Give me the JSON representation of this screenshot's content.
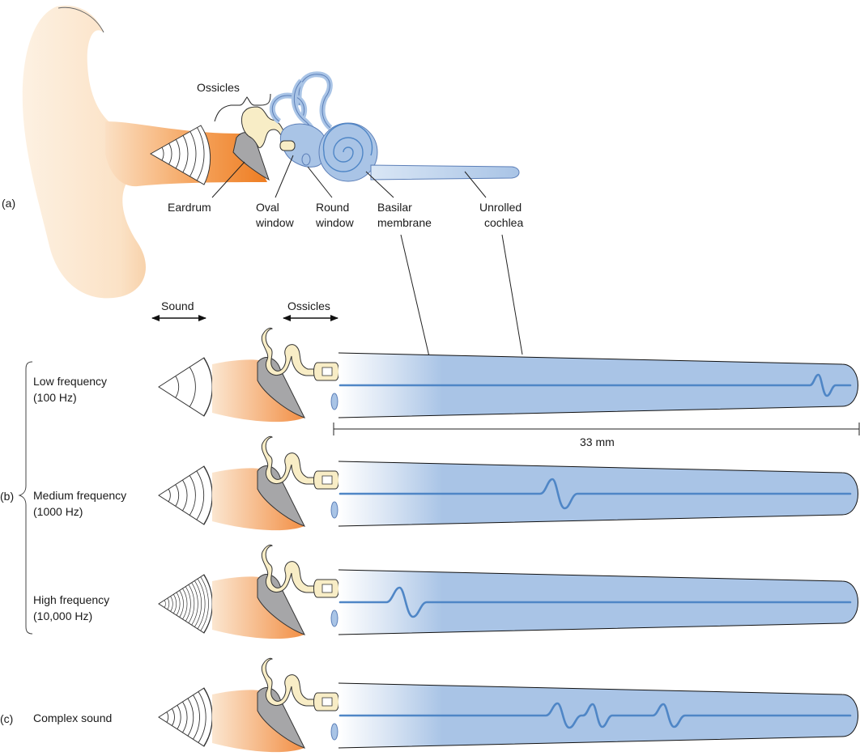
{
  "panels": {
    "a": "(a)",
    "b": "(b)",
    "c": "(c)"
  },
  "labels": {
    "ossicles_top": "Ossicles",
    "eardrum": "Eardrum",
    "oval_window": [
      "Oval",
      "window"
    ],
    "round_window": [
      "Round",
      "window"
    ],
    "basilar_membrane": [
      "Basilar",
      "membrane"
    ],
    "unrolled_cochlea": [
      "Unrolled",
      "cochlea"
    ],
    "sound_arrow": "Sound",
    "ossicles_arrow": "Ossicles",
    "length": "33 mm"
  },
  "rows": [
    {
      "id": "low",
      "name": "Low frequency",
      "freq": "(100 Hz)",
      "rings": 3,
      "wave_position": "near apex (right end)"
    },
    {
      "id": "medium",
      "name": "Medium frequency",
      "freq": "(1000 Hz)",
      "rings": 6,
      "wave_position": "middle"
    },
    {
      "id": "high",
      "name": "High frequency",
      "freq": "(10,000 Hz)",
      "rings": 14,
      "wave_position": "near base (left end)"
    },
    {
      "id": "complex",
      "name": "Complex sound",
      "freq": "",
      "rings": 8,
      "wave_position": "three places"
    }
  ],
  "colors": {
    "skin_light": "#fbe3c8",
    "skin_orange": "#f39a52",
    "canal_orange": "#ee7d22",
    "cochlea_blue": "#a9c4e6",
    "cochlea_outline": "#5c7fb8",
    "wave_blue": "#4f86c6",
    "bone": "#f8edc6",
    "eardrum_gray": "#a6a6a8"
  }
}
